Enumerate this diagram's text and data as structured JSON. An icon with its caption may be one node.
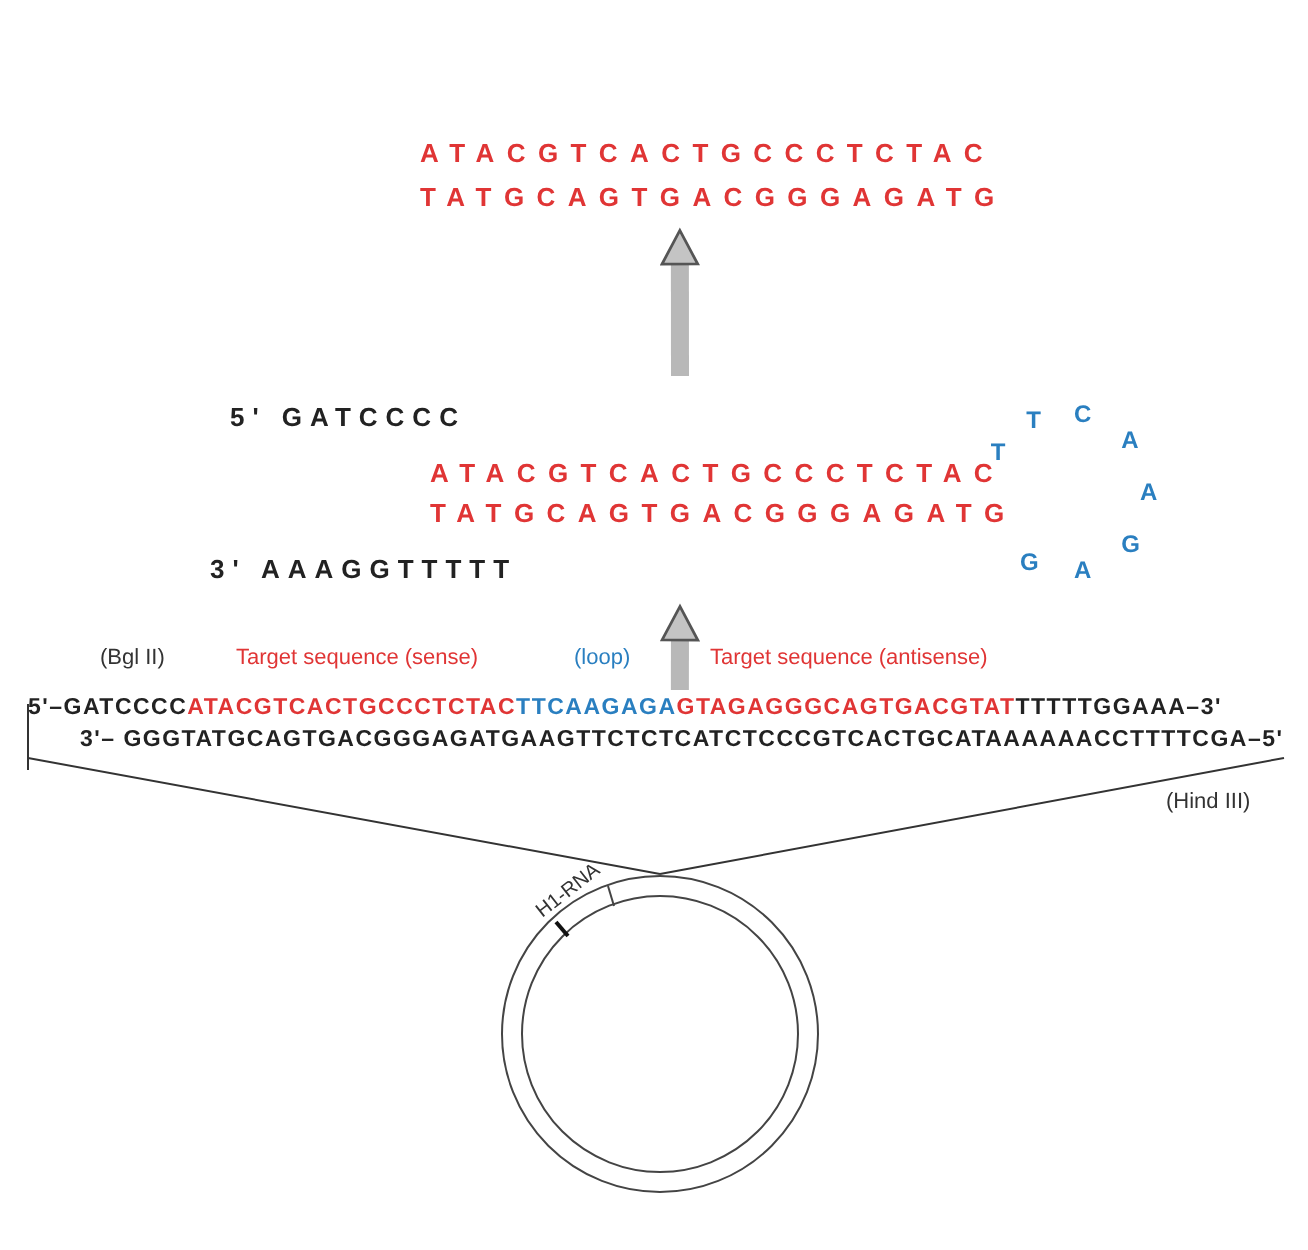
{
  "diagram": {
    "nodes": [
      {
        "text": [
          "ATACGTCACTGCCCTCTAC",
          "TATGCAGTGACGGGAGATG"
        ]
      },
      {
        "text": [
          "5' GATCCCC",
          "ATACGTCACTGCCCTCTAC",
          "TATGCAGTGACGGGAGATG",
          "3' AAAGGTTTTT",
          "T",
          "T",
          "C",
          "A",
          "A",
          "G",
          "A",
          "G"
        ]
      },
      {
        "text": [
          "5'–GATCCCC",
          "ATACGTCACTGCCCTCTAC",
          "TTCAAGAGA",
          "GTAGAGGGCAGTGACGTAT",
          "TTTTTGGAAA–3'",
          "3'– GGGTATGCAGTGACGGGAGATGAAGTTCTCTCATCTCCCGTCACTGCATAAAAAACCTTTTCGA–5'"
        ]
      },
      {
        "text": [],
        "shape": "circle",
        "beside": [
          "H1-RNA"
        ]
      }
    ],
    "edges": [
      {
        "from": 1,
        "to": 0,
        "arrow": "to",
        "style": "thick",
        "color": "#b8b8b8"
      },
      {
        "from": 2,
        "to": 1,
        "arrow": "to",
        "style": "thick",
        "color": "#b8b8b8"
      },
      {
        "from": 3,
        "to": 2,
        "arrow": "none",
        "color": "#333333"
      },
      {
        "from": 3,
        "to": 2,
        "arrow": "none",
        "color": "#333333"
      }
    ],
    "labels": [
      "(Bgl II)",
      "Target sequence (sense)",
      "(loop)",
      "Target sequence (antisense)",
      "(Hind III)"
    ]
  }
}
